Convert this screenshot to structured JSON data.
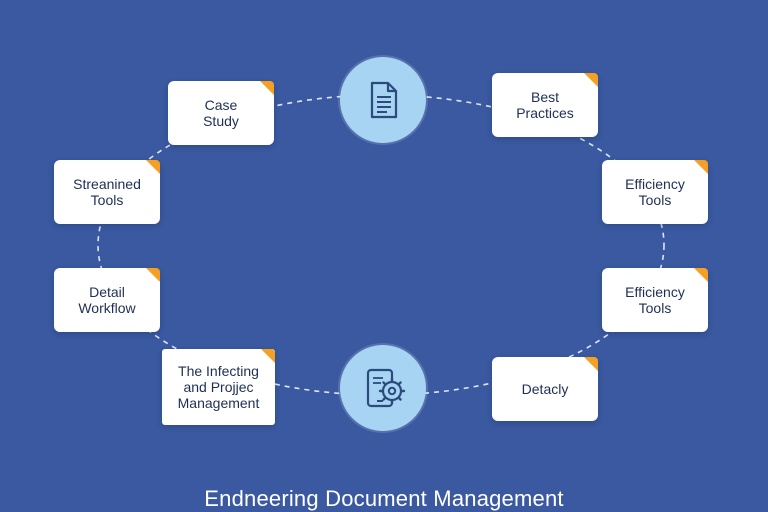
{
  "diagram": {
    "title": "Endneering Document Management",
    "colors": {
      "background": "#3a59a0",
      "card": "#ffffff",
      "card_corner": "#f4a024",
      "hub": "#a6d4f2",
      "hub_icon": "#2c4a7c",
      "connector": "#dce6f7"
    },
    "hubs": [
      {
        "icon": "document-icon"
      },
      {
        "icon": "tablet-gear-icon"
      }
    ],
    "cards": [
      {
        "label": "Case\nStudy"
      },
      {
        "label": "Best\nPractices"
      },
      {
        "label": "Streanined\nTools"
      },
      {
        "label": "Efficiency\nTools"
      },
      {
        "label": "Detail\nWorkflow"
      },
      {
        "label": "Efficiency\nTools"
      },
      {
        "label": "The Infecting\nand Projjec\nManagement"
      },
      {
        "label": "Detacly"
      }
    ]
  }
}
